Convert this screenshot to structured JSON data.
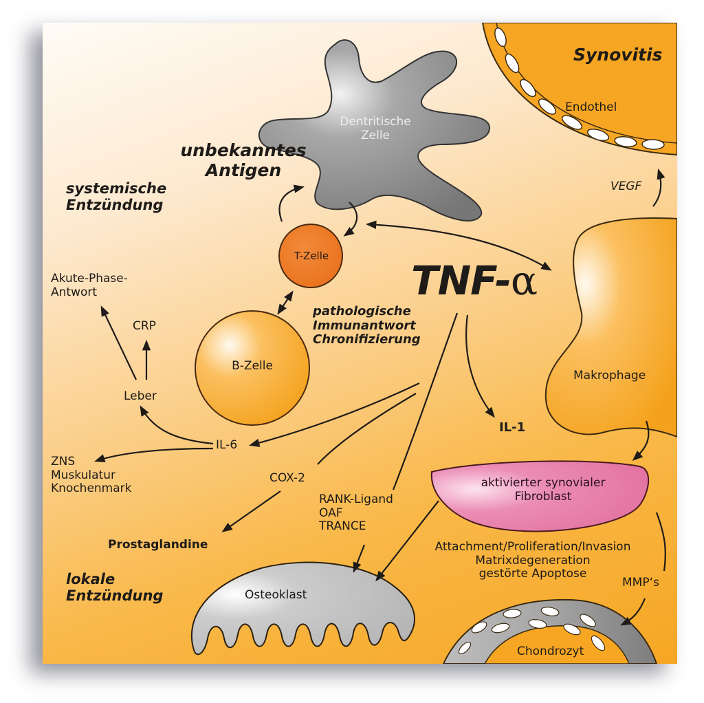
{
  "title": "TNF-α",
  "title_parts": {
    "main": "TNF-",
    "greek": "α"
  },
  "sections": {
    "synovitis": "Synovitis",
    "unknown_antigen": [
      "unbekanntes",
      "Antigen"
    ],
    "systemic_inflammation": [
      "systemische",
      "Entzündung"
    ],
    "local_inflammation": [
      "lokale",
      "Entzündung"
    ],
    "pathological_response": [
      "pathologische",
      "Immunantwort",
      "Chronifizierung"
    ]
  },
  "cells": {
    "dendritic": [
      "Dentritische",
      "Zelle"
    ],
    "t_cell": "T-Zelle",
    "b_cell": "B-Zelle",
    "macrophage": "Makrophage",
    "fibroblast": [
      "aktivierter synovialer",
      "Fibroblast"
    ],
    "osteoclast": "Osteoklast",
    "chondrocyte": "Chondrozyt",
    "endothelium": "Endothel"
  },
  "mediators": {
    "vegf": "VEGF",
    "il1": "IL-1",
    "il6": "IL-6",
    "cox2": "COX-2",
    "rank": [
      "RANK-Ligand",
      "OAF",
      "TRANCE"
    ],
    "prostaglandine": "Prostaglandine",
    "mmps": "MMP‘s",
    "crp": "CRP",
    "liver": "Leber",
    "acute_phase": [
      "Akute-Phase-",
      "Antwort"
    ],
    "targets": [
      "ZNS",
      "Muskulatur",
      "Knochenmark"
    ],
    "fibroblast_effects": [
      "Attachment/Proliferation/Invasion",
      "Matrixdegeneration",
      "gestörte Apoptose"
    ]
  },
  "colors": {
    "orange": "#f6a623",
    "t_cell": "#ee7a22",
    "gray_cell": "#8c8c8c",
    "fibroblast_pink": "#e77fab",
    "text": "#1e1b18"
  }
}
